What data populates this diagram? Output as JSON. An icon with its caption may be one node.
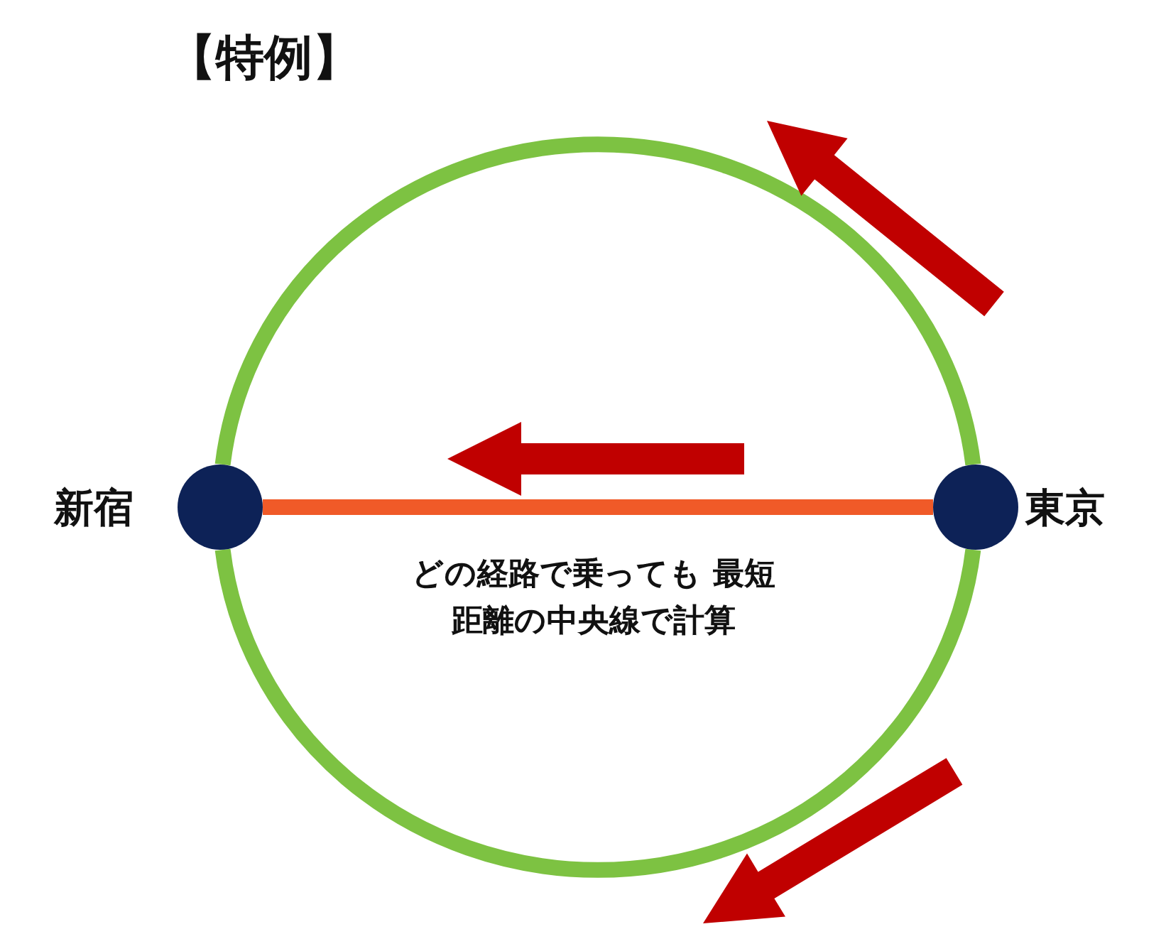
{
  "diagram": {
    "title": "【特例】",
    "nodes": [
      {
        "text": [],
        "shape": "circle",
        "beside": [
          "新宿"
        ]
      },
      {
        "text": [],
        "shape": "circle",
        "beside": [
          "東京"
        ]
      }
    ],
    "edges": [
      {
        "from": 0,
        "to": 1,
        "arrow": "none",
        "color": "#f05a28"
      },
      {
        "from": 0,
        "to": 1,
        "arrow": "none"
      },
      {
        "from": 1,
        "to": 0,
        "arrow": "none"
      }
    ],
    "labels": [
      "どの経路で乗っても 最短距離の中央線で計算"
    ]
  }
}
